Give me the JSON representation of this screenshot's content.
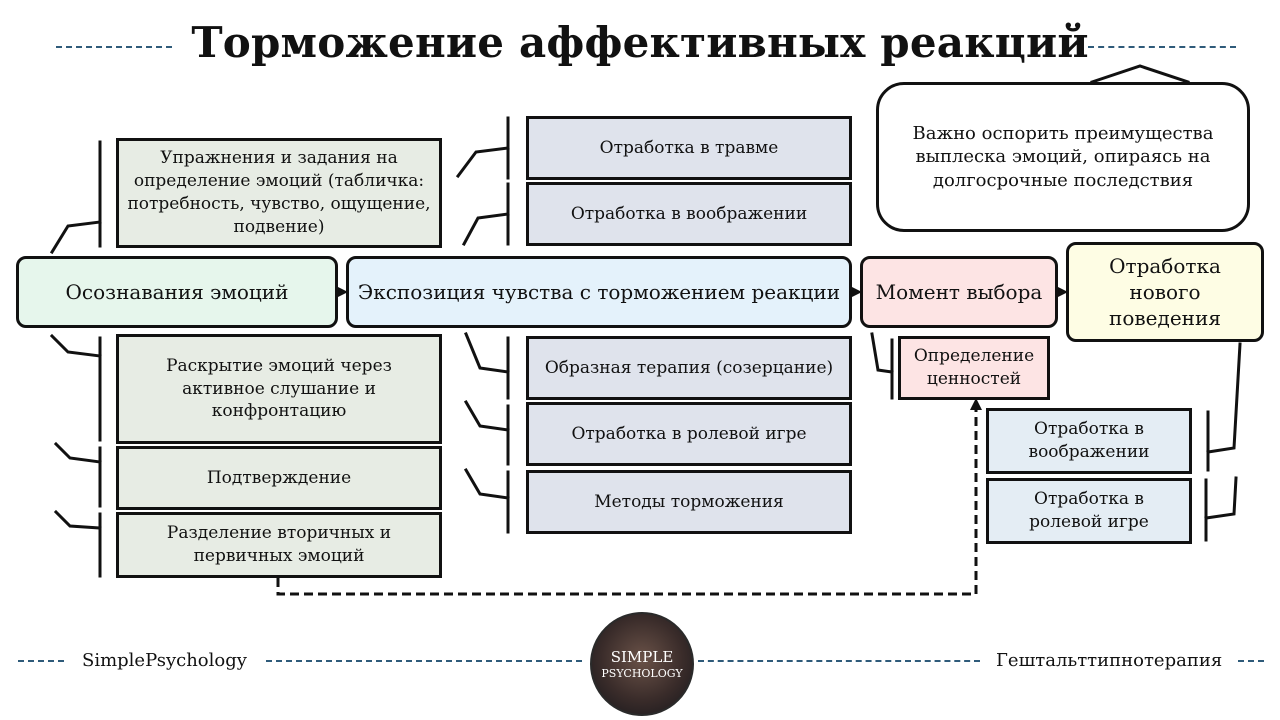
{
  "title": "Торможение аффективных реакций",
  "main_flow": {
    "awareness": "Осознавания эмоций",
    "exposure": "Экспозиция чувства с торможением реакции",
    "choice": "Момент выбора",
    "new_behavior": "Отработка нового поведения"
  },
  "awareness_branches": {
    "top": "Упражнения и задания на определение эмоций (табличка: потребность, чувство, ощущение, подвение)",
    "bottom": [
      "Раскрытие эмоций через активное слушание и конфронтацию",
      "Подтверждение",
      "Разделение вторичных и первичных эмоций"
    ]
  },
  "exposure_branches": {
    "top": [
      "Отработка в травме",
      "Отработка в воображении"
    ],
    "bottom": [
      "Образная терапия (созерцание)",
      "Отработка в ролевой игре",
      "Методы торможения"
    ]
  },
  "choice_branch": "Определение ценностей",
  "behavior_branches": [
    "Отработка в воображении",
    "Отработка в ролевой игре"
  ],
  "callout": "Важно оспорить преимущества выплеска эмоций, опираясь на долгосрочные последствия",
  "footer": {
    "left": "SimplePsychology",
    "right": "Гештальттипнотерапия",
    "logo_line1": "SIMPLE",
    "logo_line2": "PSYCHOLOGY"
  },
  "colors": {
    "awareness": "#e6f6ec",
    "exposure": "#e4f2fb",
    "choice": "#fde4e4",
    "new_behavior": "#fefde4",
    "accent_dash": "#2f5b7a"
  }
}
